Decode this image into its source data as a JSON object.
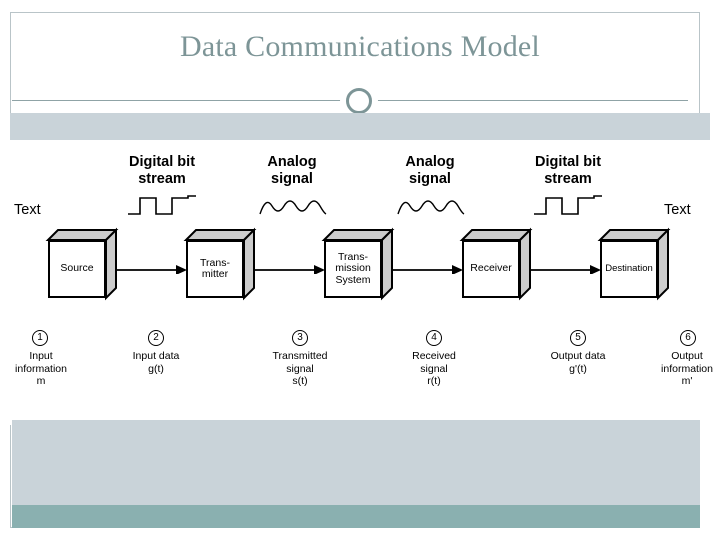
{
  "slide": {
    "title": "Data Communications Model",
    "title_color": "#7d9597",
    "band_color": "#c9d3d9",
    "accent_color": "#8ab0b0",
    "rule_color": "#8fa3a6",
    "ring_icon": "circle-ring-icon"
  },
  "diagram": {
    "edge_labels": {
      "left": "Text",
      "right": "Text"
    },
    "signal_labels": [
      {
        "id": "sig-1",
        "text": "Digital bit\nstream",
        "wave": "square-wave-icon"
      },
      {
        "id": "sig-2",
        "text": "Analog\nsignal",
        "wave": "sine-wave-icon"
      },
      {
        "id": "sig-3",
        "text": "Analog\nsignal",
        "wave": "sine-wave-icon"
      },
      {
        "id": "sig-4",
        "text": "Digital bit\nstream",
        "wave": "square-wave-icon"
      }
    ],
    "blocks": [
      {
        "id": "block-source",
        "label": "Source"
      },
      {
        "id": "block-transmitter",
        "label": "Trans-\nmitter"
      },
      {
        "id": "block-transmission-system",
        "label": "Trans-\nmission\nSystem"
      },
      {
        "id": "block-receiver",
        "label": "Receiver"
      },
      {
        "id": "block-destination",
        "label": "Destination"
      }
    ],
    "captions": [
      {
        "num": "1",
        "text": "Input\ninformation\nm"
      },
      {
        "num": "2",
        "text": "Input data\ng(t)"
      },
      {
        "num": "3",
        "text": "Transmitted\nsignal\ns(t)"
      },
      {
        "num": "4",
        "text": "Received\nsignal\nr(t)"
      },
      {
        "num": "5",
        "text": "Output data\ng'(t)"
      },
      {
        "num": "6",
        "text": "Output\ninformation\nm'"
      }
    ],
    "arrows": 4
  }
}
